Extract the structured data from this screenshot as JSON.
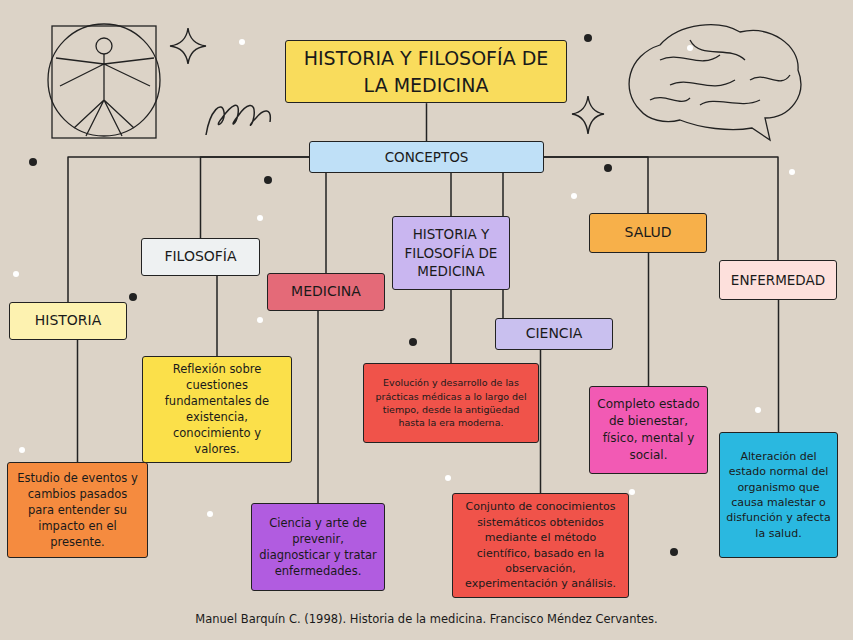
{
  "diagram": {
    "caption": "Manuel Barquín C. (1998). Historia de la medicina. Francisco Méndez Cervantes.",
    "nodes": [
      {
        "text": [
          "HISTORIA Y FILOSOFÍA DE LA MEDICINA"
        ]
      },
      {
        "text": [
          "CONCEPTOS"
        ]
      },
      {
        "text": [
          "HISTORIA"
        ]
      },
      {
        "text": [
          "FILOSOFÍA"
        ]
      },
      {
        "text": [
          "MEDICINA"
        ]
      },
      {
        "text": [
          "HISTORIA Y FILOSOFÍA DE MEDICINA"
        ]
      },
      {
        "text": [
          "CIENCIA"
        ]
      },
      {
        "text": [
          "SALUD"
        ]
      },
      {
        "text": [
          "ENFERMEDAD"
        ]
      },
      {
        "text": [
          "Reflexión sobre cuestiones fundamentales de existencia, conocimiento y valores."
        ]
      },
      {
        "text": [
          "Evolución y desarrollo de las prácticas médicas a lo largo del tiempo, desde la antigüedad hasta la era moderna."
        ]
      },
      {
        "text": [
          "Completo estado de bienestar, físico, mental y social."
        ]
      },
      {
        "text": [
          "Alteración del estado normal del organismo que causa malestar o disfunción y afecta la salud."
        ]
      },
      {
        "text": [
          "Estudio de eventos y cambios pasados para entender su impacto en el presente."
        ]
      },
      {
        "text": [
          "Ciencia y arte de prevenir, diagnosticar y tratar enfermedades."
        ]
      },
      {
        "text": [
          "Conjunto de conocimientos sistemáticos obtenidos mediante el método científico, basado en la observación, experimentación y análisis."
        ]
      }
    ],
    "edges": [
      {
        "from": 0,
        "to": 1,
        "arrow": "none"
      },
      {
        "from": 1,
        "to": 2,
        "arrow": "none"
      },
      {
        "from": 1,
        "to": 3,
        "arrow": "none"
      },
      {
        "from": 1,
        "to": 4,
        "arrow": "none"
      },
      {
        "from": 1,
        "to": 5,
        "arrow": "none"
      },
      {
        "from": 1,
        "to": 6,
        "arrow": "none"
      },
      {
        "from": 1,
        "to": 7,
        "arrow": "none"
      },
      {
        "from": 1,
        "to": 8,
        "arrow": "none"
      },
      {
        "from": 3,
        "to": 9,
        "arrow": "none"
      },
      {
        "from": 5,
        "to": 10,
        "arrow": "none"
      },
      {
        "from": 7,
        "to": 11,
        "arrow": "none"
      },
      {
        "from": 8,
        "to": 12,
        "arrow": "none"
      },
      {
        "from": 2,
        "to": 13,
        "arrow": "none"
      },
      {
        "from": 4,
        "to": 14,
        "arrow": "none"
      },
      {
        "from": 6,
        "to": 15,
        "arrow": "none"
      }
    ]
  }
}
